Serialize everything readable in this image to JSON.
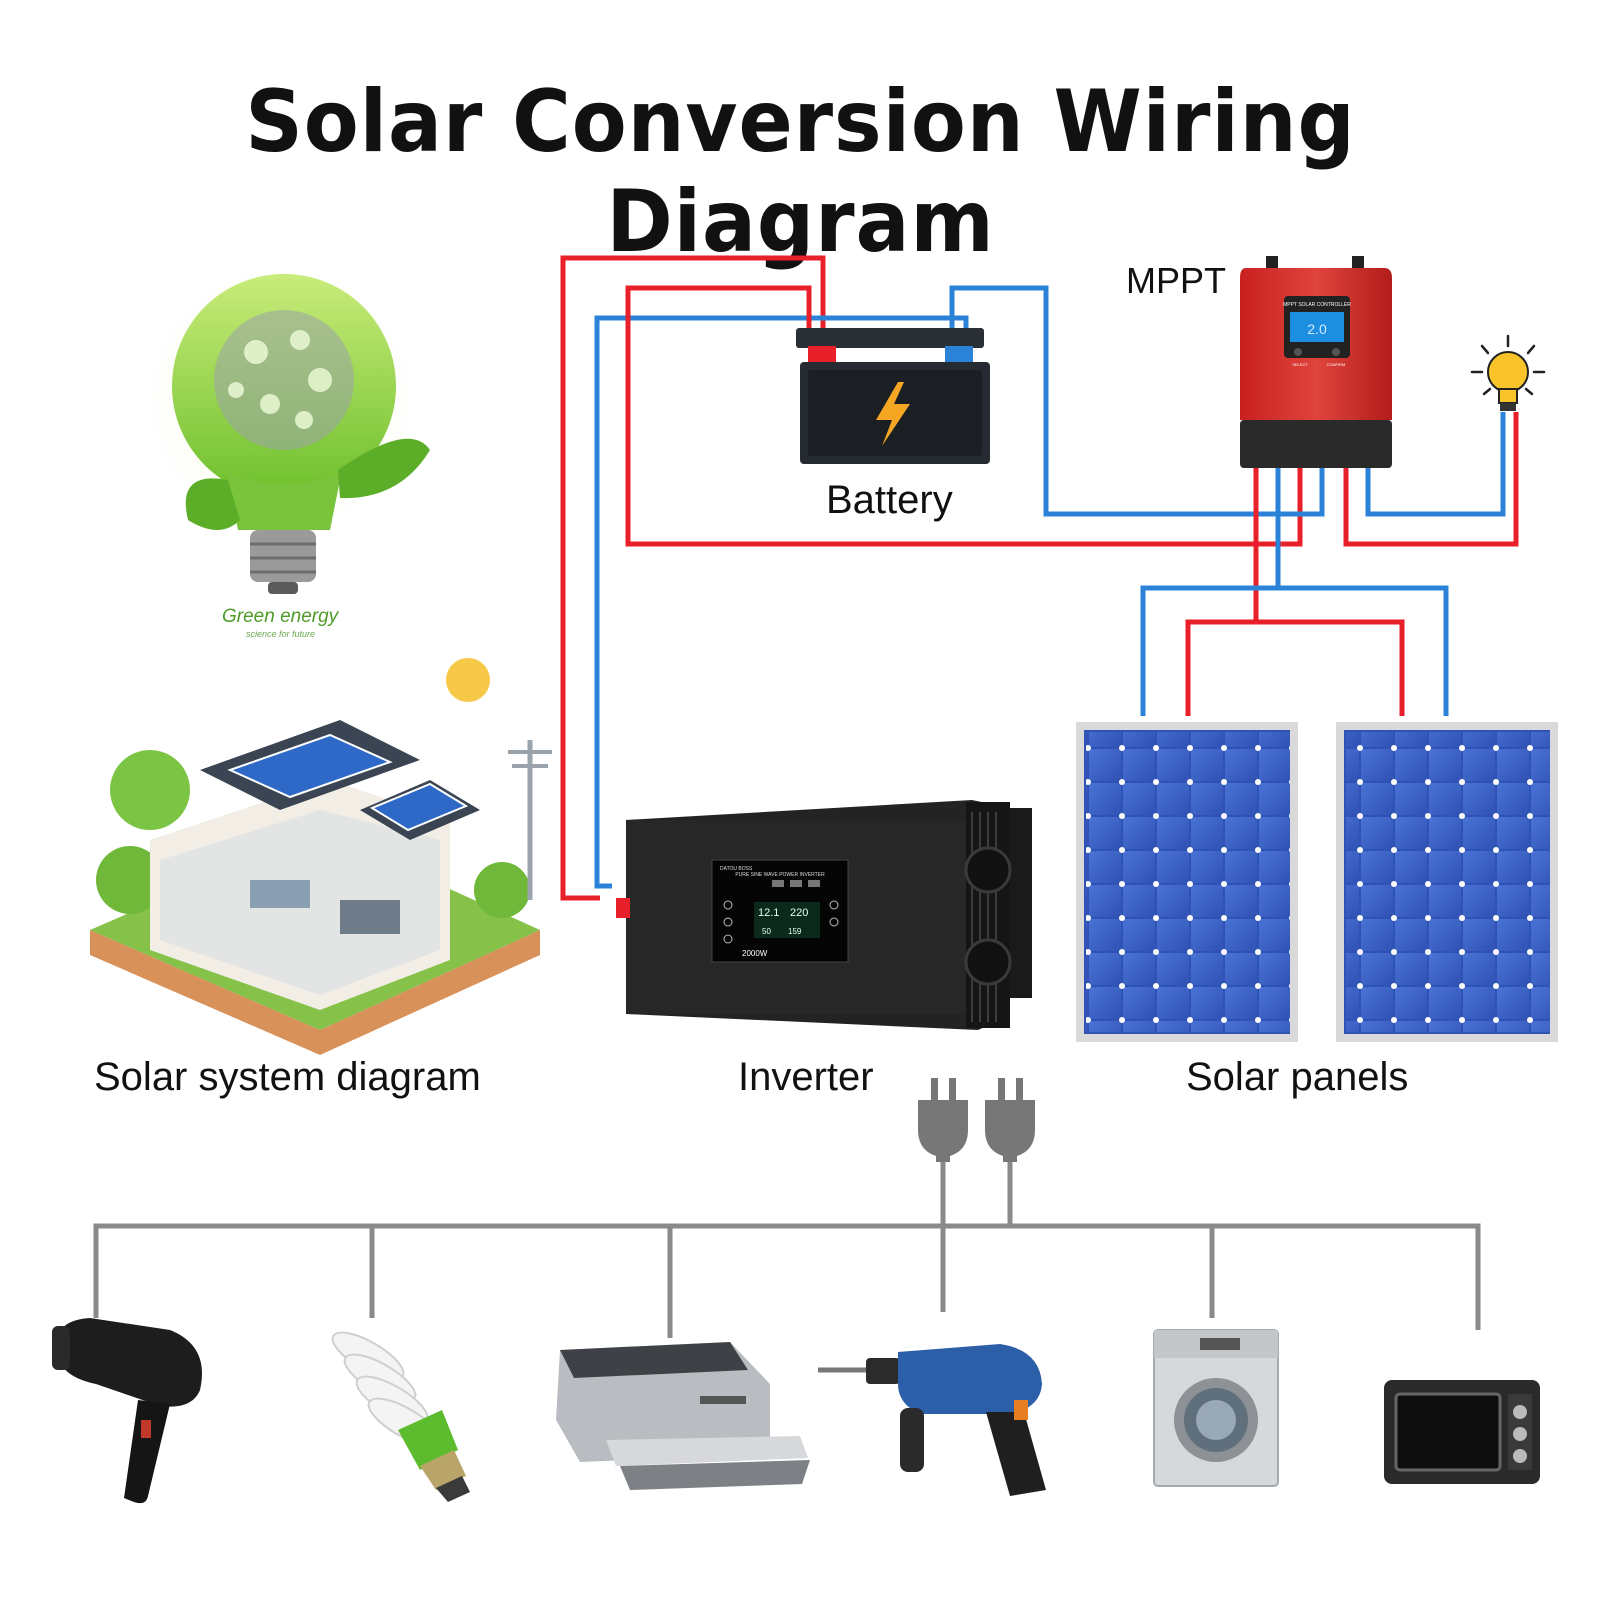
{
  "title": "Solar Conversion Wiring Diagram",
  "components": {
    "battery": "Battery",
    "mppt": "MPPT",
    "inverter": "Inverter",
    "solar_panels": "Solar panels",
    "solar_system": "Solar system diagram"
  },
  "green_energy": {
    "title": "Green energy",
    "subtitle": "science for future"
  },
  "mppt_device": {
    "brand_label": "MPPT SOLAR CONTROLLER",
    "button_left": "SELECT",
    "button_right": "CONFIRM"
  },
  "inverter_panel": {
    "header": "PURE SINE WAVE POWER INVERTER",
    "brand": "DATOU BOSS",
    "dc_voltage": "12.1",
    "ac_voltage": "220",
    "frequency": "50",
    "load": "159",
    "power": "2000W"
  },
  "appliances": [
    "hair-dryer",
    "cfl-bulb",
    "printer",
    "power-drill",
    "washing-machine",
    "microwave-oven"
  ],
  "colors": {
    "positive_wire": "#e8202a",
    "negative_wire": "#2b83d8",
    "ac_wire": "#8a8a8a",
    "panel_blue": "#3d63c9",
    "mppt_red": "#d42a2a"
  }
}
